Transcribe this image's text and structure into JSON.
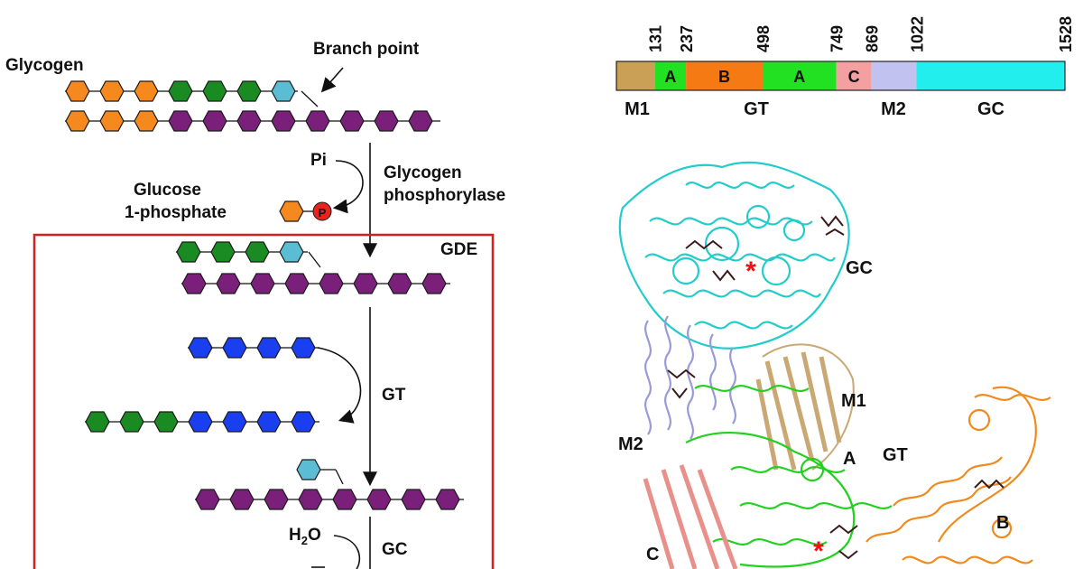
{
  "colors": {
    "orange": "#f5891e",
    "green": "#1a8a22",
    "purple": "#7a1f7a",
    "cyan_unit": "#5bbdd4",
    "blue": "#1a3ff0",
    "red_box": "#d42020",
    "phosphate": "#e8231f",
    "domain_M1": "#c9a055",
    "domain_A": "#22e022",
    "domain_B": "#f57a14",
    "domain_C": "#f4a0a0",
    "domain_M2": "#c2c2f0",
    "domain_GC": "#22eeee"
  },
  "pathway": {
    "glycogen_label": "Glycogen",
    "branch_point_label": "Branch point",
    "pi_label": "Pi",
    "enzyme_label_line1": "Glycogen",
    "enzyme_label_line2": "phosphorylase",
    "product_label_line1": "Glucose",
    "product_label_line2": "1-phosphate",
    "phosphate_symbol": "P",
    "gde_label": "GDE",
    "gt_step_label": "GT",
    "gc_step_label": "GC",
    "water_label": "H",
    "water_sub": "2",
    "water_o": "O"
  },
  "domain_map": {
    "boundaries": [
      "131",
      "237",
      "498",
      "749",
      "869",
      "1022",
      "1528"
    ],
    "segment_letters": [
      "A",
      "B",
      "A",
      "C"
    ],
    "region_labels": [
      "M1",
      "GT",
      "M2",
      "GC"
    ]
  },
  "structure": {
    "labels": [
      "GC",
      "M1",
      "M2",
      "A",
      "GT",
      "B",
      "C"
    ],
    "active_site_marker": "*"
  }
}
